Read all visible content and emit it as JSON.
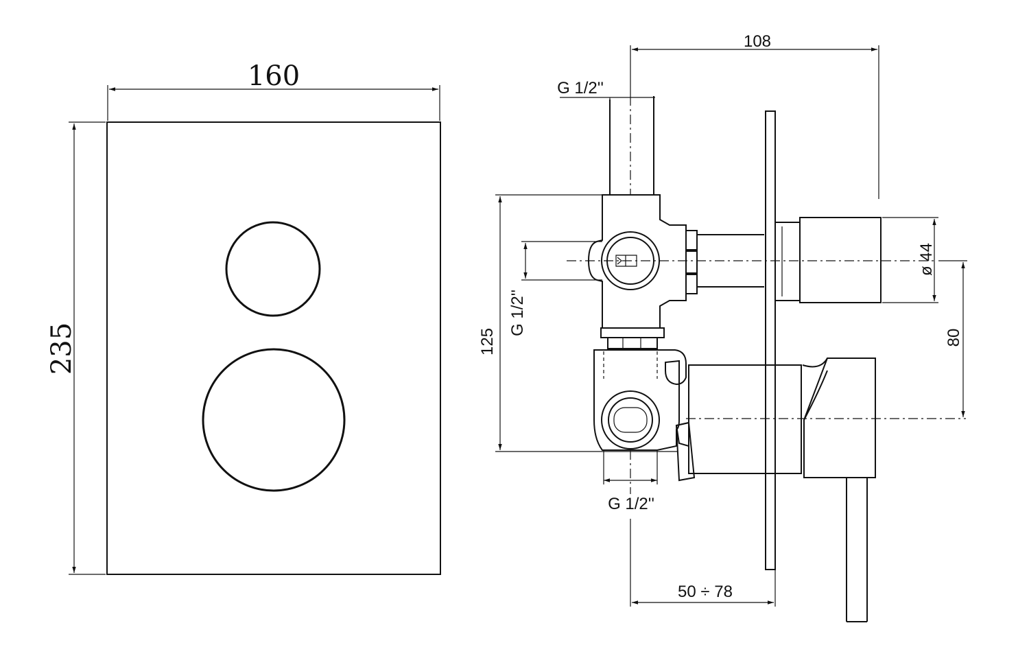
{
  "front_view": {
    "width_label": "160",
    "height_label": "235"
  },
  "side_view": {
    "depth_label": "108",
    "inlet_top_label": "G 1/2''",
    "inlet_side_label": "G 1/2''",
    "outlet_bottom_label": "G 1/2''",
    "height_label": "125",
    "knob_diameter_label": "ø 44",
    "knob_spacing_label": "80",
    "install_depth_label": "50 ÷ 78"
  },
  "colors": {
    "line": "#111111",
    "background": "#ffffff"
  }
}
